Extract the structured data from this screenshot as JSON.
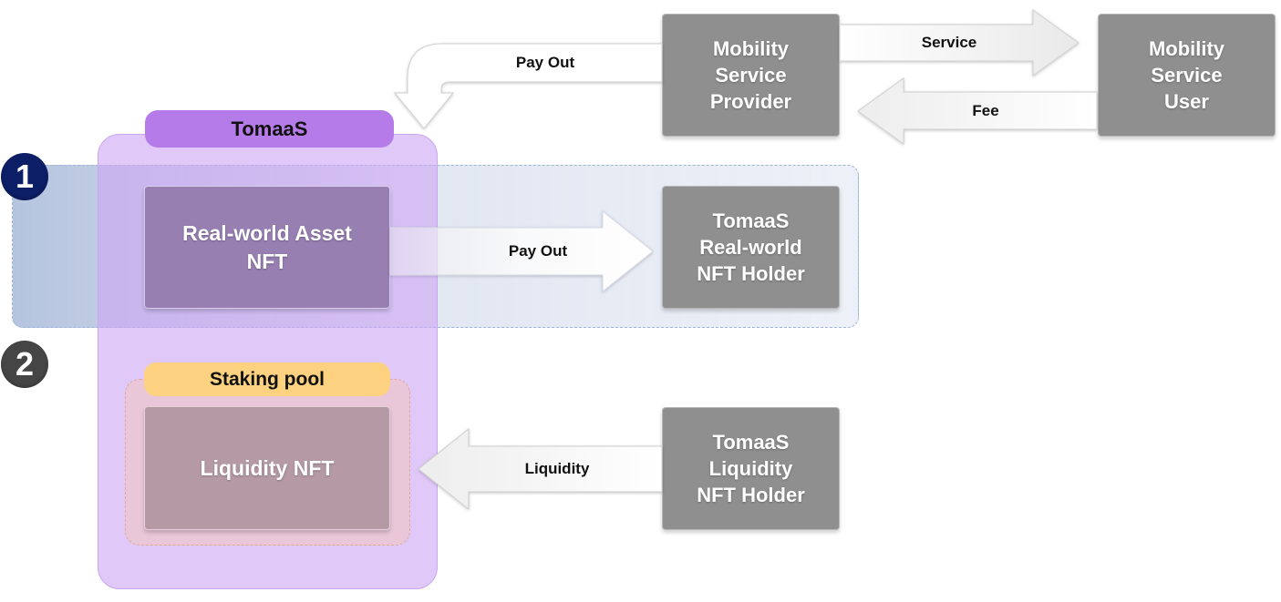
{
  "title": "TomaaS",
  "badges": [
    "1",
    "2"
  ],
  "nodes": {
    "mobility_service_provider": "Mobility\nService\nProvider",
    "mobility_service_user": "Mobility\nService\nUser",
    "real_world_nft_holder": "TomaaS\nReal-world\nNFT Holder",
    "liquidity_nft_holder": "TomaaS\nLiquidity\nNFT Holder",
    "real_world_asset_nft": "Real-world Asset\nNFT",
    "liquidity_nft": "Liquidity NFT"
  },
  "staking_pool_label": "Staking pool",
  "arrows": {
    "service": "Service",
    "fee": "Fee",
    "pay_out_top": "Pay Out",
    "pay_out_middle": "Pay Out",
    "liquidity": "Liquidity"
  },
  "colors": {
    "tomaas_header": "#b57ce9",
    "tomaas_body": "#dcc1f7",
    "badge_1": "#0c1e66",
    "badge_2": "#454545",
    "staking_header": "#fcd17f",
    "node_grey": "#8f8f8f"
  }
}
